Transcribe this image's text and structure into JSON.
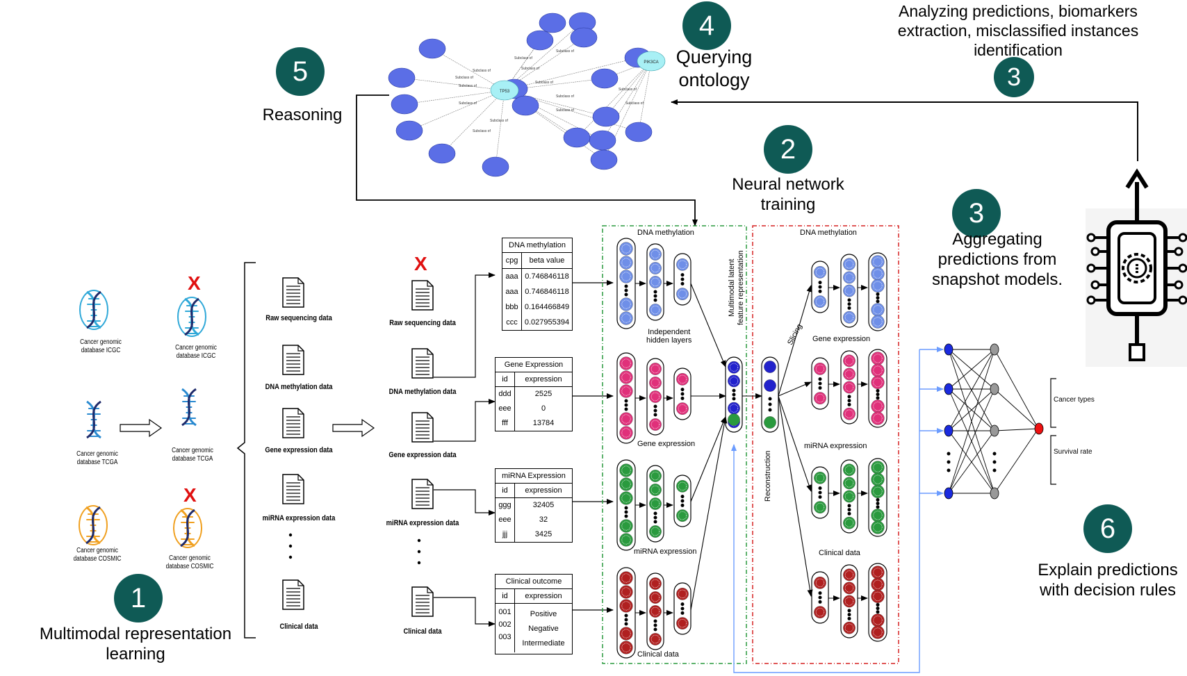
{
  "steps": {
    "s1": {
      "num": "1",
      "label_l1": "Multimodal representation",
      "label_l2": "learning"
    },
    "s2": {
      "num": "2",
      "label_l1": "Neural network",
      "label_l2": "training"
    },
    "s3a": {
      "num": "3",
      "label_l1": "Aggregating",
      "label_l2": "predictions from",
      "label_l3": "snapshot models."
    },
    "s3b": {
      "num": "3",
      "label_l1": "Analyzing predictions, biomarkers",
      "label_l2": "extraction, misclassified instances",
      "label_l3": "identification"
    },
    "s4": {
      "num": "4",
      "label_l1": "Querying",
      "label_l2": "ontology"
    },
    "s5": {
      "num": "5",
      "label_l1": "Reasoning"
    },
    "s6": {
      "num": "6",
      "label_l1": "Explain predictions",
      "label_l2": "with decision rules"
    }
  },
  "databases": {
    "icgc": "Cancer genomic database ICGC",
    "tcga": "Cancer genomic database TCGA",
    "cosmic": "Cancer genomic database COSMIC",
    "icgc_l1": "Cancer genomic",
    "icgc_l2": "database ICGC",
    "tcga_l1": "Cancer genomic",
    "tcga_l2": "database TCGA",
    "cosmic_l1": "Cancer genomic",
    "cosmic_l2": "database COSMIC",
    "excluded_mark": "X"
  },
  "data_types": {
    "raw": "Raw sequencing data",
    "dna": "DNA methylation data",
    "gene": "Gene expression data",
    "mirna": "miRNA expression data",
    "clinical": "Clinical data",
    "ellipsis": "."
  },
  "tables": {
    "dna": {
      "title": "DNA methylation",
      "col1": "cpg",
      "col2": "beta value",
      "rows": [
        [
          "aaa",
          "0.746846118"
        ],
        [
          "aaa",
          "0.746846118"
        ],
        [
          "bbb",
          "0.164466849"
        ],
        [
          "ccc",
          "0.027955394"
        ]
      ]
    },
    "gene": {
      "title": "Gene Expression",
      "col1": "id",
      "col2": "expression",
      "rows": [
        [
          "ddd",
          "2525"
        ],
        [
          "eee",
          "0"
        ],
        [
          "fff",
          "13784"
        ]
      ]
    },
    "mirna": {
      "title": "miRNA Expression",
      "col1": "id",
      "col2": "expression",
      "rows": [
        [
          "ggg",
          "32405"
        ],
        [
          "eee",
          "32"
        ],
        [
          "jjj",
          "3425"
        ]
      ]
    },
    "clinical": {
      "title": "Clinical outcome",
      "col1": "id",
      "col2": "expression",
      "ids": [
        "001",
        "002",
        "003"
      ],
      "values": [
        "Positive",
        "Negative",
        "Intermediate"
      ]
    }
  },
  "encoder": {
    "dna": "DNA methylation",
    "hidden": "Independent",
    "hidden2": "hidden layers",
    "gene": "Gene expression",
    "mirna": "miRNA expression",
    "clinical": "Clinical data",
    "latent_l1": "Multimodal latent",
    "latent_l2": "feature representation"
  },
  "decoder": {
    "dna": "DNA methylation",
    "gene": "Gene expression",
    "mirna": "miRNA expression",
    "clinical": "Clinical data",
    "slicing": "Slicing",
    "reconstruction": "Reconstruction"
  },
  "outputs": {
    "cancer_types": "Cancer types",
    "survival_rate": "Survival rate"
  },
  "ontology": {
    "edge_label": "Subclass of",
    "center_label": "TP53",
    "right_hub_label": "PIK3CA"
  },
  "colors": {
    "step_circle": "#0f5a55",
    "ontology_node": "#5b6ee6",
    "ontology_hub": "#a8f0f5",
    "dna_node": "#6f8fe8",
    "gene_node": "#e0307a",
    "mirna_node": "#2a9a3e",
    "clinical_node": "#b02020",
    "latent_blue": "#2222cc",
    "encoder_box": "#2a9a3e",
    "decoder_box": "#d62020",
    "nn_input": "#1a2adf",
    "nn_hidden": "#999999",
    "nn_output": "#ee1111",
    "feedback_line": "#6b9cff",
    "x_mark": "#e01010"
  }
}
